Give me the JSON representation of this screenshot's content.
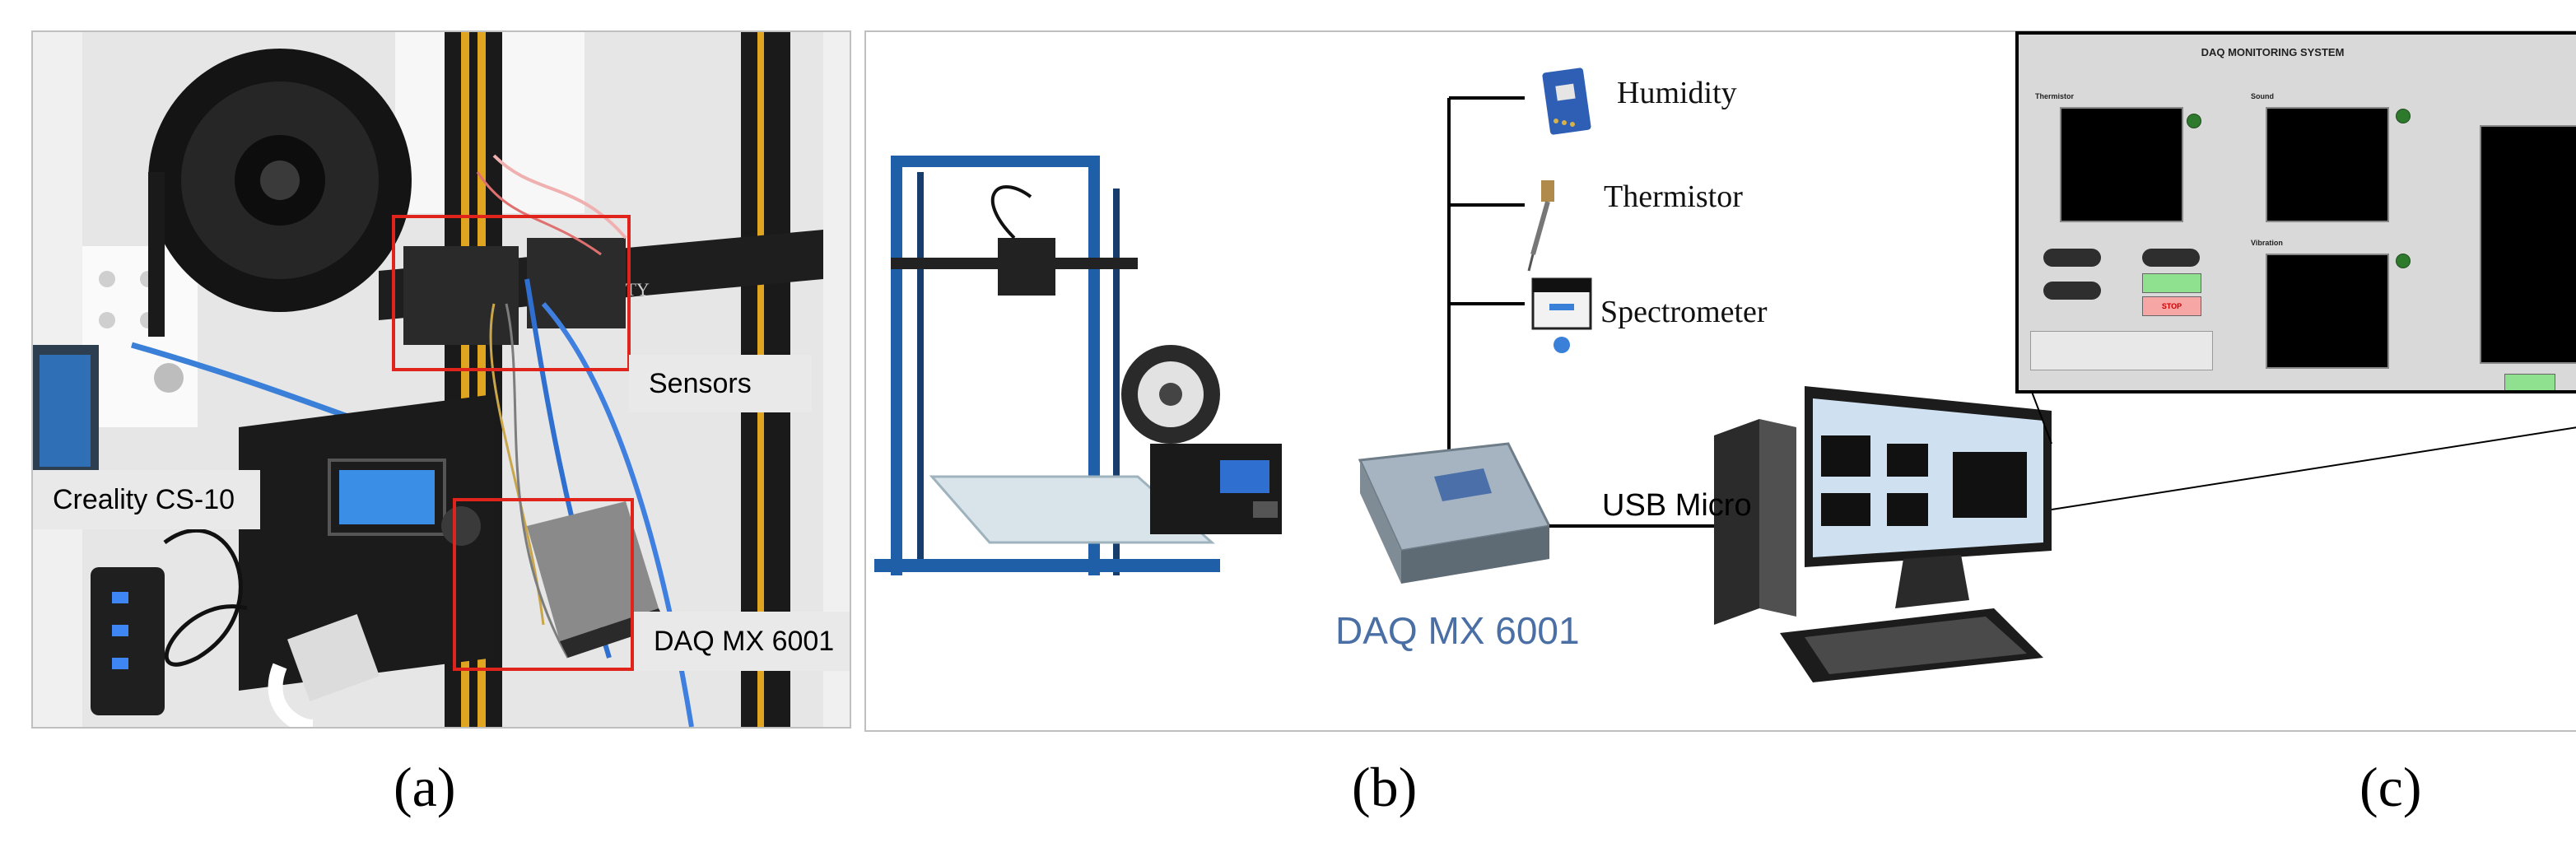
{
  "panel_a": {
    "labels": {
      "sensors": "Sensors",
      "printer": "Creality CS-10",
      "daq": "DAQ MX 6001"
    }
  },
  "panel_b": {
    "sensors": [
      {
        "label": "Humidity",
        "icon": "humidity-sensor-icon"
      },
      {
        "label": "Thermistor",
        "icon": "thermistor-icon"
      },
      {
        "label": "Spectrometer",
        "icon": "spectrometer-icon"
      }
    ],
    "daq_label": "DAQ MX 6001",
    "connection_label": "USB Micro"
  },
  "panel_c": {
    "title": "DAQ MONITORING SYSTEM",
    "sections": {
      "thermistor": "Thermistor",
      "sound": "Sound",
      "vibration": "Vibration"
    },
    "buttons": {
      "stop": "STOP"
    }
  },
  "captions": [
    "(a)",
    "(b)",
    "(c)"
  ],
  "colors": {
    "highlight_red": "#e0241b",
    "daq_label_blue": "#4a6fa5",
    "printer_frame_blue": "#1f5fa8"
  }
}
